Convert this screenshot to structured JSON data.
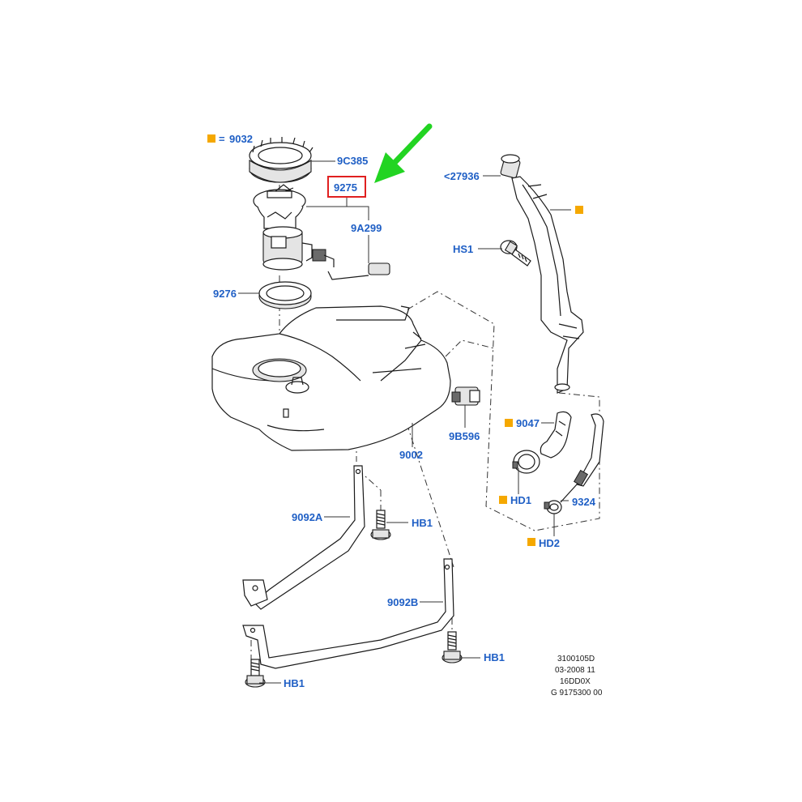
{
  "colors": {
    "label": "#1f5fc5",
    "marker": "#f5a800",
    "highlight_box": "#e02020",
    "arrow": "#22d422",
    "ink": "#1a1a1a"
  },
  "labels": {
    "l9032": "9032",
    "l9032_prefix": "=",
    "l9C385": "9C385",
    "l9275": "9275",
    "l9A299": "9A299",
    "l9276": "9276",
    "l27936": "<27936",
    "lHS1": "HS1",
    "l9002": "9002",
    "l9B596": "9B596",
    "l9047": "9047",
    "lHD1": "HD1",
    "l9324": "9324",
    "lHD2": "HD2",
    "l9092A": "9092A",
    "l9092B": "9092B",
    "lHB1_a": "HB1",
    "lHB1_b": "HB1",
    "lHB1_c": "HB1"
  },
  "reference": {
    "line1": "3100105D",
    "line2": "03-2008 11",
    "line3": "16DD0X",
    "line4": "G 9175300 00"
  }
}
